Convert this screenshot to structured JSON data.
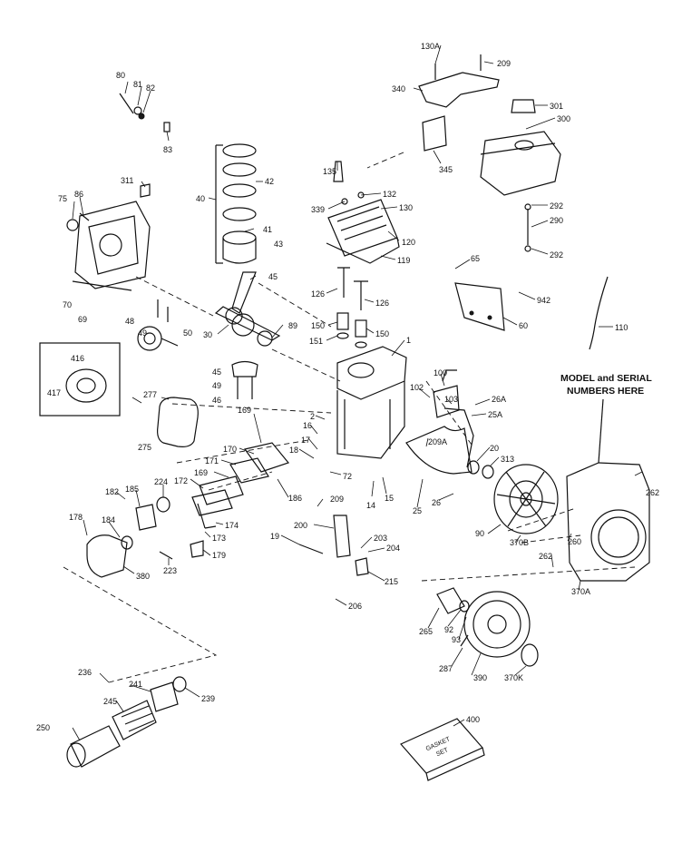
{
  "note": {
    "line1": "MODEL and SERIAL",
    "line2": "NUMBERS HERE"
  },
  "kit_text": {
    "line1": "GASKET",
    "line2": "SET"
  },
  "labels": {
    "l80": "80",
    "l81": "81",
    "l82": "82",
    "l83": "83",
    "l311": "311",
    "l75": "75",
    "l86": "86",
    "l70": "70",
    "l69": "69",
    "l40": "40",
    "l42": "42",
    "l41": "41",
    "l43": "43",
    "l45a": "45",
    "l48": "48",
    "l49a": "49",
    "l50": "50",
    "l30": "30",
    "l89": "89",
    "l45b": "45",
    "l49b": "49",
    "l46": "46",
    "l416": "416",
    "l417": "417",
    "l277": "277",
    "l275": "275",
    "l135": "135",
    "l339": "339",
    "l132": "132",
    "l130": "130",
    "l120": "120",
    "l119": "119",
    "l126a": "126",
    "l126b": "126",
    "l150a": "150",
    "l150b": "150",
    "l151": "151",
    "l1": "1",
    "l130A": "130A",
    "l209a": "209",
    "l340": "340",
    "l301": "301",
    "l300": "300",
    "l345": "345",
    "l292a": "292",
    "l290": "290",
    "l292b": "292",
    "l65": "65",
    "l942": "942",
    "l60": "60",
    "l110": "110",
    "l100": "100",
    "l102": "102",
    "l103": "103",
    "l26A": "26A",
    "l25A": "25A",
    "l2": "2",
    "l16": "16",
    "l17": "17",
    "l18": "18",
    "l209A": "209A",
    "l20": "20",
    "l313": "313",
    "l262a": "262",
    "l169a": "169",
    "l170": "170",
    "l171": "171",
    "l169b": "169",
    "l172": "172",
    "l186": "186",
    "l72": "72",
    "l14": "14",
    "l15": "15",
    "l25": "25",
    "l26": "26",
    "l90": "90",
    "l370B": "370B",
    "l260": "260",
    "l262b": "262",
    "l370A": "370A",
    "l182": "182",
    "l185": "185",
    "l224": "224",
    "l178": "178",
    "l184": "184",
    "l174": "174",
    "l173": "173",
    "l179": "179",
    "l223": "223",
    "l380": "380",
    "l209b": "209",
    "l200": "200",
    "l19": "19",
    "l203": "203",
    "l204": "204",
    "l215": "215",
    "l206": "206",
    "l265": "265",
    "l92": "92",
    "l93": "93",
    "l287": "287",
    "l390": "390",
    "l370K": "370K",
    "l236": "236",
    "l241": "241",
    "l245": "245",
    "l239": "239",
    "l250": "250",
    "l400": "400"
  }
}
